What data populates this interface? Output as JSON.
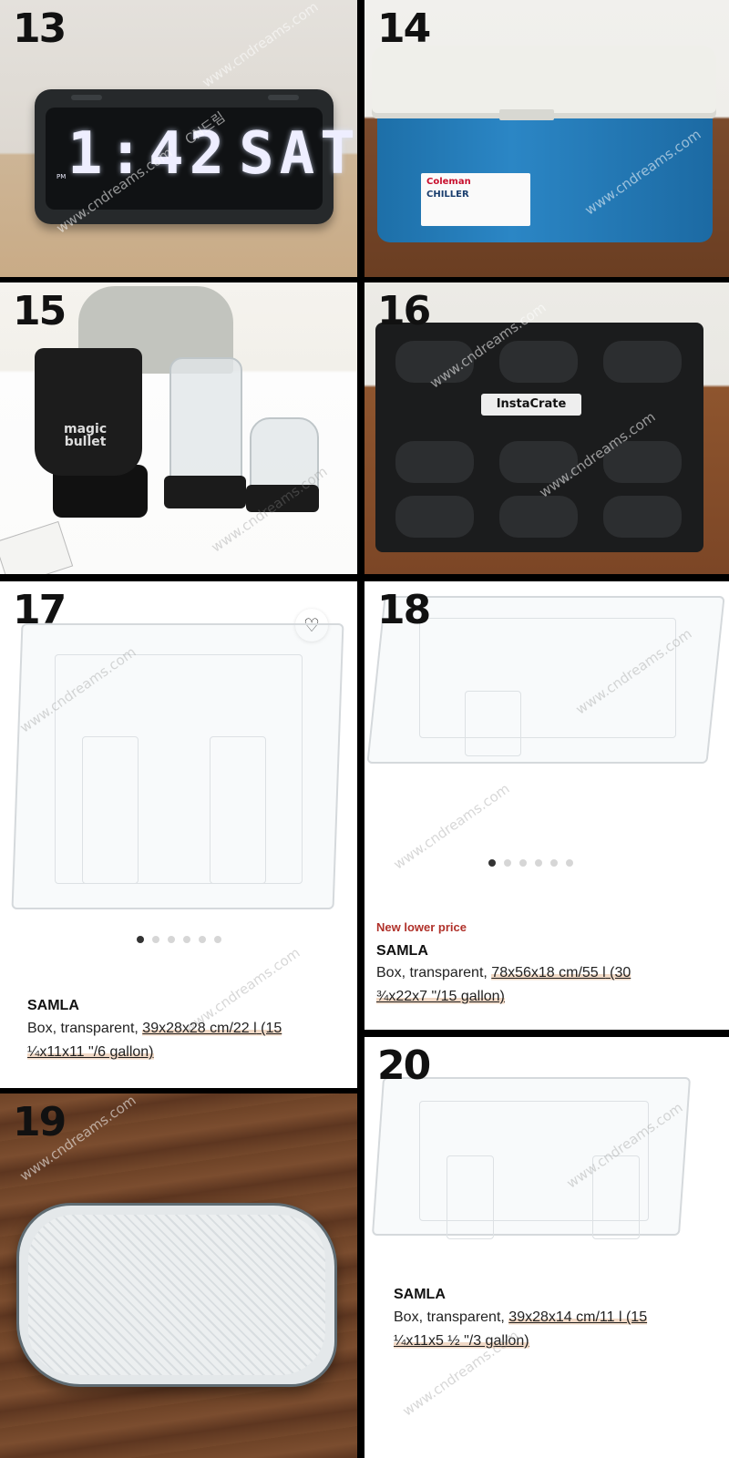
{
  "panels": {
    "p13": {
      "number": "13",
      "clock": {
        "time": "1:42",
        "day": "SAT",
        "meridiem": "PM"
      }
    },
    "p14": {
      "number": "14",
      "cooler": {
        "brand": "Coleman",
        "model": "CHILLER"
      }
    },
    "p15": {
      "number": "15",
      "blender": {
        "logo_line1": "magic",
        "logo_line2": "bullet"
      }
    },
    "p16": {
      "number": "16",
      "crate": {
        "brand": "InstaCrate"
      }
    },
    "p17": {
      "number": "17",
      "carousel": {
        "total": 6,
        "active": 0
      },
      "product": {
        "name": "SAMLA",
        "desc_prefix": "Box, transparent, ",
        "desc_highlight": "39x28x28 cm/22 l",
        "desc_line1_rest": " (15",
        "desc_line2": "¼x11x11 \"/6 gallon)"
      }
    },
    "p18": {
      "number": "18",
      "carousel": {
        "total": 6,
        "active": 0
      },
      "product": {
        "promo": "New lower price",
        "name": "SAMLA",
        "desc_prefix": "Box, transparent, ",
        "desc_highlight": "78x56x18 cm/55 l",
        "desc_line1_rest": " (30",
        "desc_line2": "¾x22x7 \"/15 gallon)"
      }
    },
    "p19": {
      "number": "19"
    },
    "p20": {
      "number": "20",
      "product": {
        "name": "SAMLA",
        "desc_prefix": "Box, transparent, ",
        "desc_highlight": "39x28x14 cm/11 l",
        "desc_line1_rest": " (15",
        "desc_line2": "¼x11x5 ½ \"/3 gallon)"
      }
    }
  },
  "watermark": {
    "site": "www.cndreams.com",
    "short": "CN드림"
  },
  "icons": {
    "favorite": "heart-outline-icon"
  },
  "colors": {
    "promo": "#b0312a",
    "highlight": "#f1d9c6",
    "cooler_blue": "#2b86c5"
  }
}
